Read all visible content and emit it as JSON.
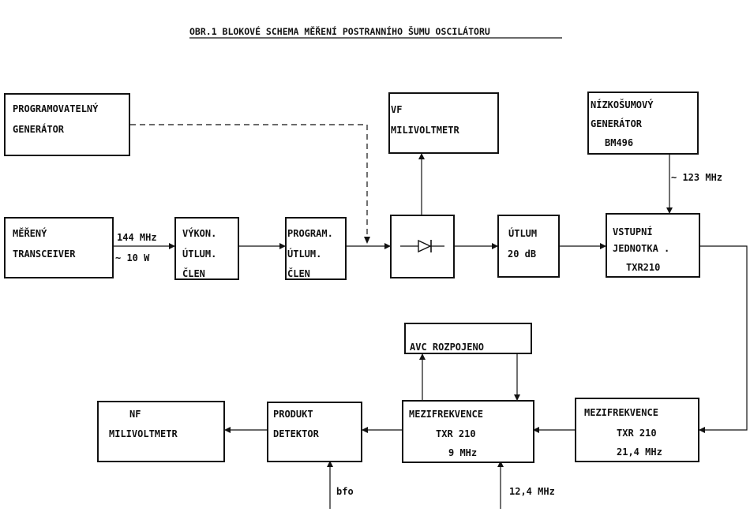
{
  "title": "OBR.1  BLOKOVÉ SCHEMA MĚŘENÍ POSTRANNÍHO ŠUMU OSCILÁTORU",
  "blocks": {
    "prog_gen": [
      "PROGRAMOVATELNÝ",
      "GENERÁTOR"
    ],
    "vf_milivoltmetr": [
      "VF",
      "MILIVOLTMETR"
    ],
    "nizkosumovy_generator": [
      "NÍZKOŠUMOVÝ",
      "GENERÁTOR",
      "BM496"
    ],
    "mereny_transceiver": [
      "MĚŘENÝ",
      "TRANSCEIVER"
    ],
    "vykon_utlum": [
      "VÝKON.",
      "ÚTLUM.",
      "ČLEN"
    ],
    "program_utlum": [
      "PROGRAM.",
      "ÚTLUM.",
      "ČLEN"
    ],
    "utlum_20db": [
      "ÚTLUM",
      "20 dB"
    ],
    "vstupni_jednotka": [
      "VSTUPNÍ",
      "JEDNOTKA .",
      "TXR210"
    ],
    "avc": [
      "AVC ROZPOJENO"
    ],
    "nf_milivoltmetr": [
      "NF",
      "MILIVOLTMETR"
    ],
    "produkt_detektor": [
      "PRODUKT",
      "DETEKTOR"
    ],
    "mezifrekvence_9": [
      "MEZIFREKVENCE",
      "TXR 210",
      "9 MHz"
    ],
    "mezifrekvence_21": [
      "MEZIFREKVENCE",
      "TXR 210",
      "21,4 MHz"
    ]
  },
  "labels": {
    "freq_144": "144 MHz",
    "power_10w": "~ 10 W",
    "freq_123": "~ 123 MHz",
    "bfo": "bfo",
    "freq_12_4": "12,4 MHz"
  }
}
